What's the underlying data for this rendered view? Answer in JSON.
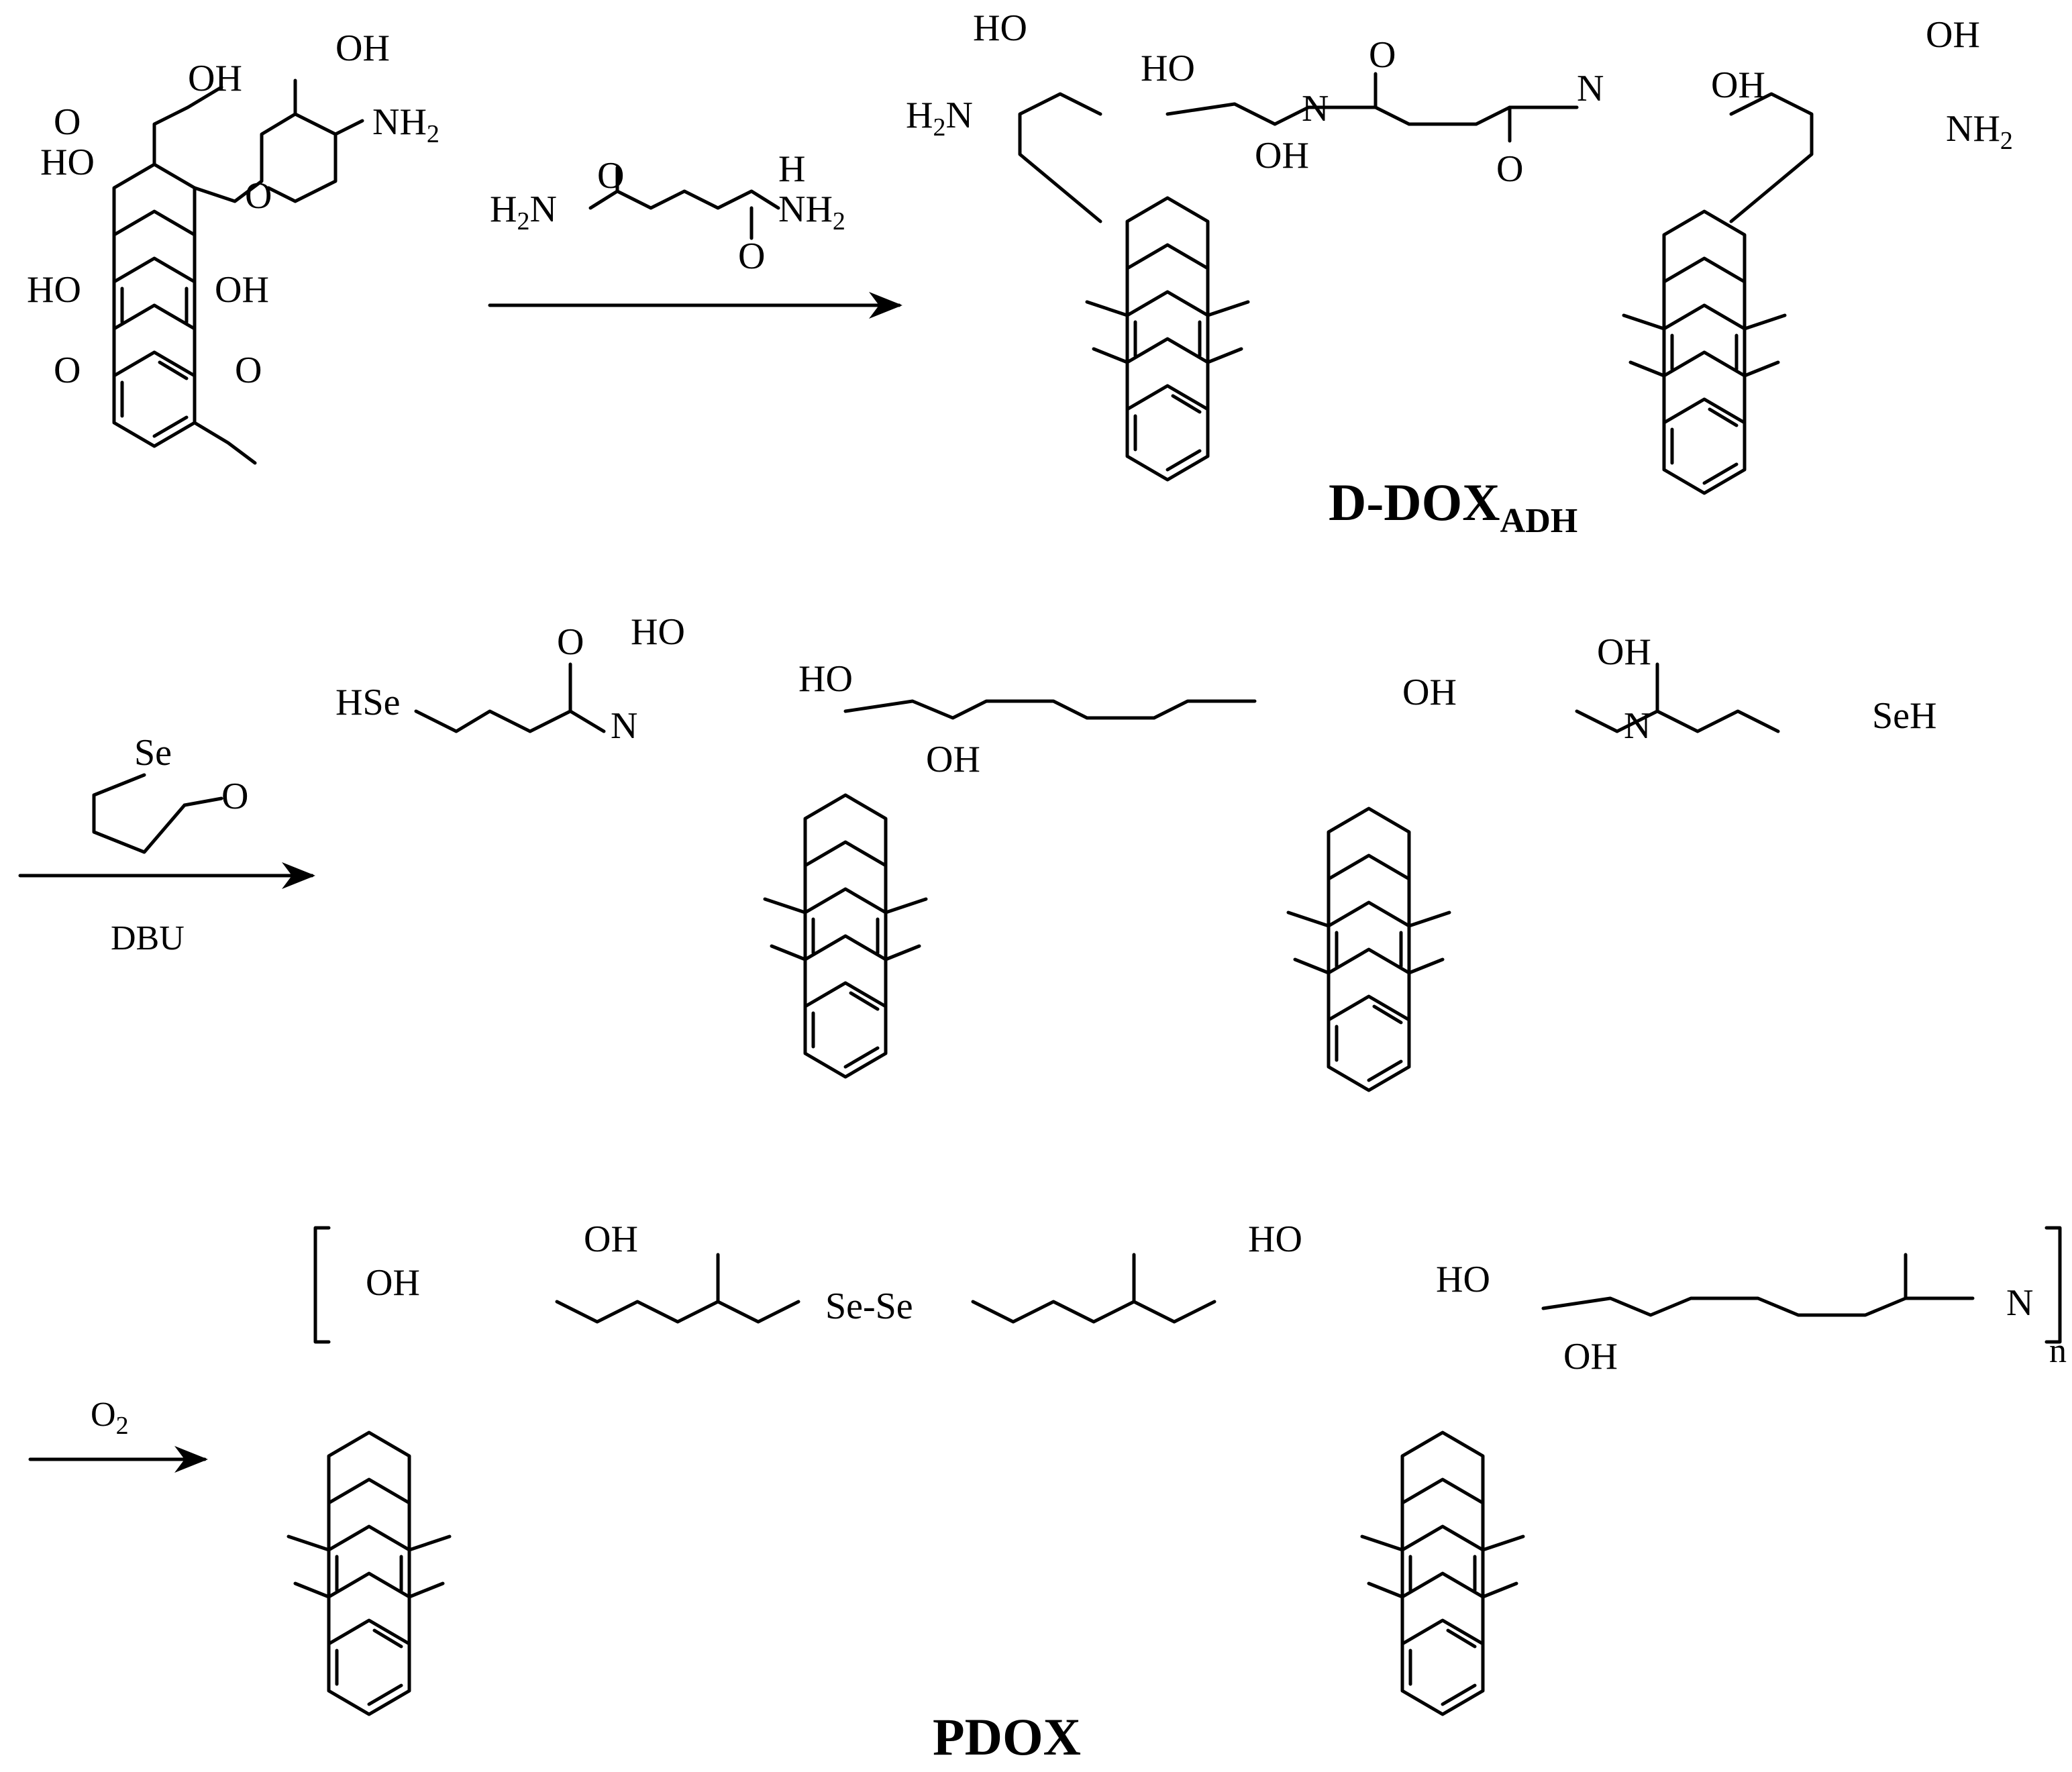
{
  "scheme": {
    "steps": [
      {
        "reagent_top": "",
        "reagent_bottom": ""
      },
      {
        "reagent_top": "",
        "reagent_bottom": "DBU"
      },
      {
        "reagent_top": "O2",
        "reagent_bottom": ""
      }
    ],
    "products": {
      "d_dox_adh": {
        "label_main": "D-DOX",
        "label_sub": "ADH"
      },
      "pdox": {
        "label": "PDOX",
        "repeat_n": "n"
      }
    },
    "atoms": {
      "OH": "OH",
      "HO": "HO",
      "O": "O",
      "NH2": "NH",
      "H2N": "H",
      "two": "2",
      "N": "N",
      "H": "H",
      "NH": "NH",
      "HSe": "HSe",
      "SeH": "SeH",
      "Se": "Se",
      "SeSe": "Se-Se"
    }
  }
}
